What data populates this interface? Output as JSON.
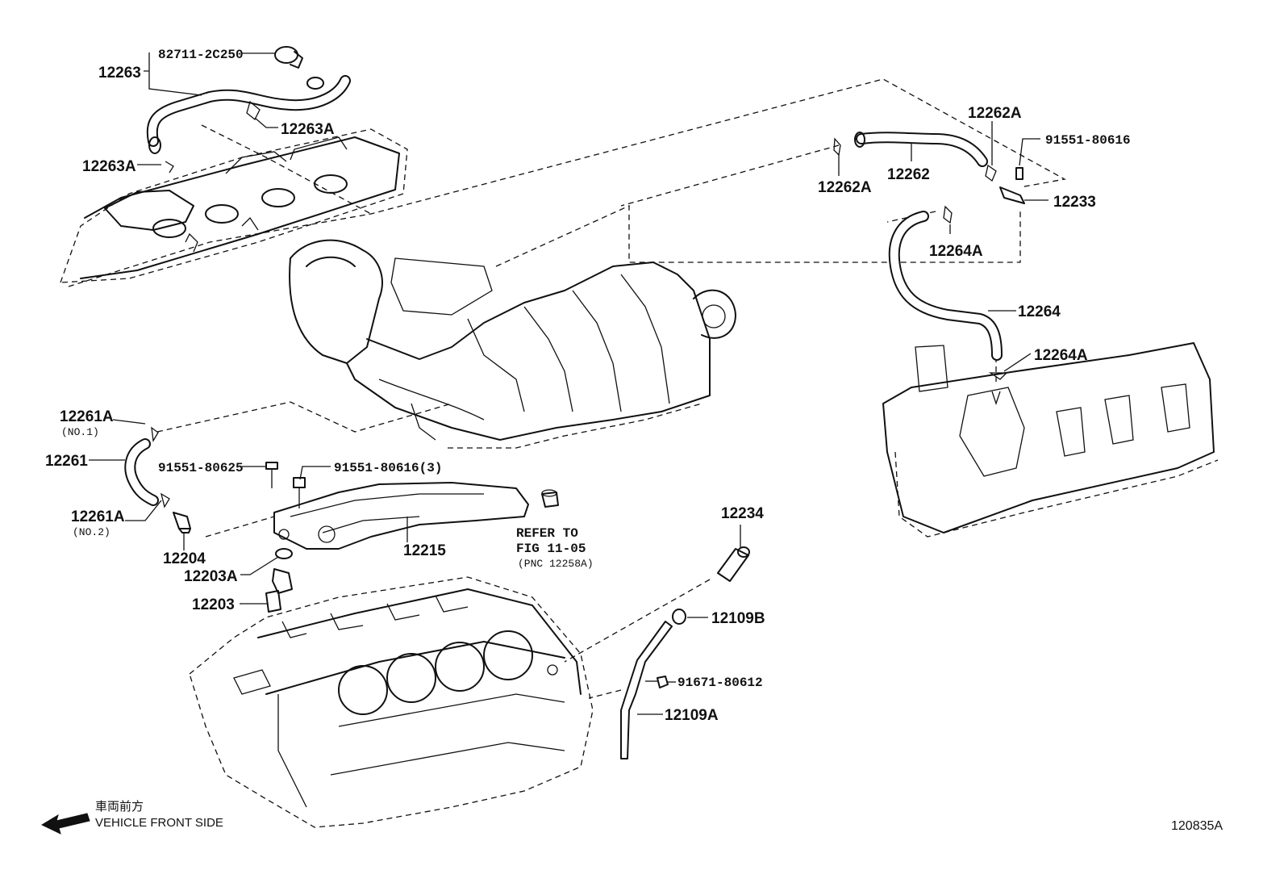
{
  "diagram": {
    "figure_code": "120835A",
    "orientation": {
      "japanese": "車両前方",
      "english": "VEHICLE FRONT SIDE"
    },
    "callouts": {
      "p82711": "82711-2C250",
      "p12263": "12263",
      "p12263A_top": "12263A",
      "p12263A_left": "12263A",
      "p12262A_top": "12262A",
      "p12262A_left": "12262A",
      "p12262": "12262",
      "p91551_80616": "91551-80616",
      "p12233": "12233",
      "p12264A_top": "12264A",
      "p12264": "12264",
      "p12264A_low": "12264A",
      "p12261A_1": "12261A",
      "p12261A_1_note": "(NO.1)",
      "p12261": "12261",
      "p12261A_2": "12261A",
      "p12261A_2_note": "(NO.2)",
      "p91551_80625": "91551-80625",
      "p91551_80616_3": "91551-80616(3)",
      "p12204": "12204",
      "p12215": "12215",
      "p12203A": "12203A",
      "p12203": "12203",
      "p12234": "12234",
      "p12109B": "12109B",
      "p91671_80612": "91671-80612",
      "p12109A": "12109A",
      "refer_line1": "REFER TO",
      "refer_line2": "FIG 11-05",
      "refer_line3": "(PNC 12258A)"
    }
  }
}
